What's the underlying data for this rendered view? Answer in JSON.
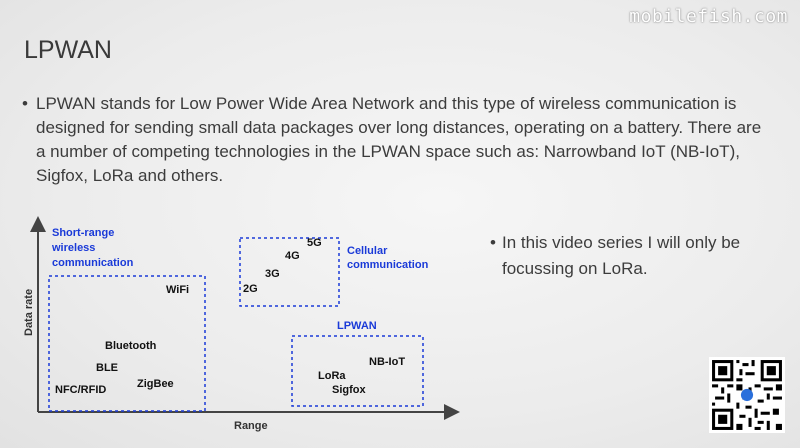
{
  "watermark": "mobilefish.com",
  "slide": {
    "title": "LPWAN",
    "bullet_main": "LPWAN stands for Low Power Wide Area Network and this type of wireless communication is designed for sending small data packages over long distances, operating on a battery. There are a number of competing technologies in the LPWAN space such as: Narrowband IoT (NB-IoT), Sigfox, LoRa and others.",
    "bullet_side": "In this video series I will only be focussing on LoRa."
  },
  "diagram": {
    "y_axis_label": "Data rate",
    "x_axis_label": "Range",
    "short_range": {
      "title_line1": "Short-range",
      "title_line2": "wireless",
      "title_line3": "communication",
      "items": [
        "WiFi",
        "Bluetooth",
        "BLE",
        "NFC/RFID",
        "ZigBee"
      ]
    },
    "cellular": {
      "title_line1": "Cellular",
      "title_line2": "communication",
      "items": [
        "5G",
        "4G",
        "3G",
        "2G"
      ]
    },
    "lpwan": {
      "title": "LPWAN",
      "items": [
        "NB-IoT",
        "LoRa",
        "Sigfox"
      ]
    },
    "colors": {
      "accent": "#1a3ad8",
      "axis": "#444444"
    }
  },
  "qr_icon": "qr-code-icon"
}
